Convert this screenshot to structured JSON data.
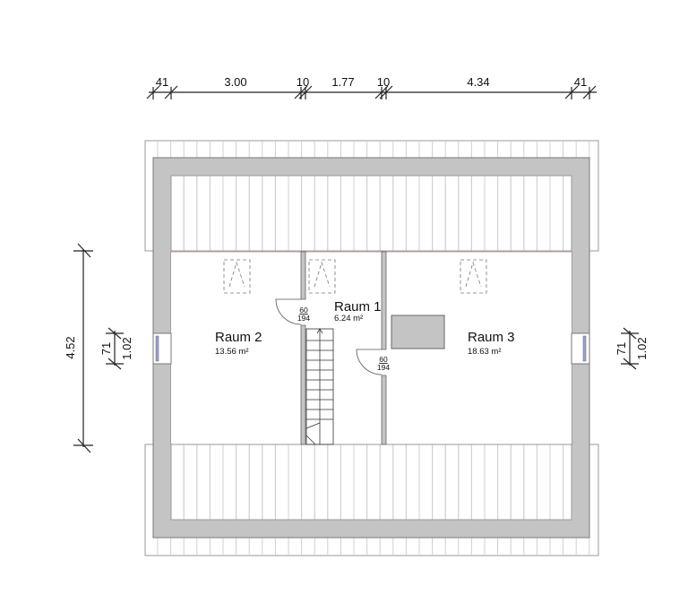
{
  "dimensions": {
    "top": [
      "41",
      "3.00",
      "10",
      "1.77",
      "10",
      "4.34",
      "41"
    ],
    "left_total": "4.52",
    "left_window_height": "71",
    "left_window_width": "1.02",
    "right_window_height": "71",
    "right_window_width": "1.02"
  },
  "rooms": [
    {
      "name": "Raum 1",
      "area": "6.24 m²"
    },
    {
      "name": "Raum 2",
      "area": "13.56 m²"
    },
    {
      "name": "Raum 3",
      "area": "18.63 m²"
    }
  ],
  "doors": [
    {
      "width": "60",
      "height": "194"
    },
    {
      "width": "60",
      "height": "194"
    }
  ],
  "colors": {
    "wall": "#c4c4c4",
    "hatch": "#d0d0d0",
    "window_glass": "#9aa0d0"
  }
}
